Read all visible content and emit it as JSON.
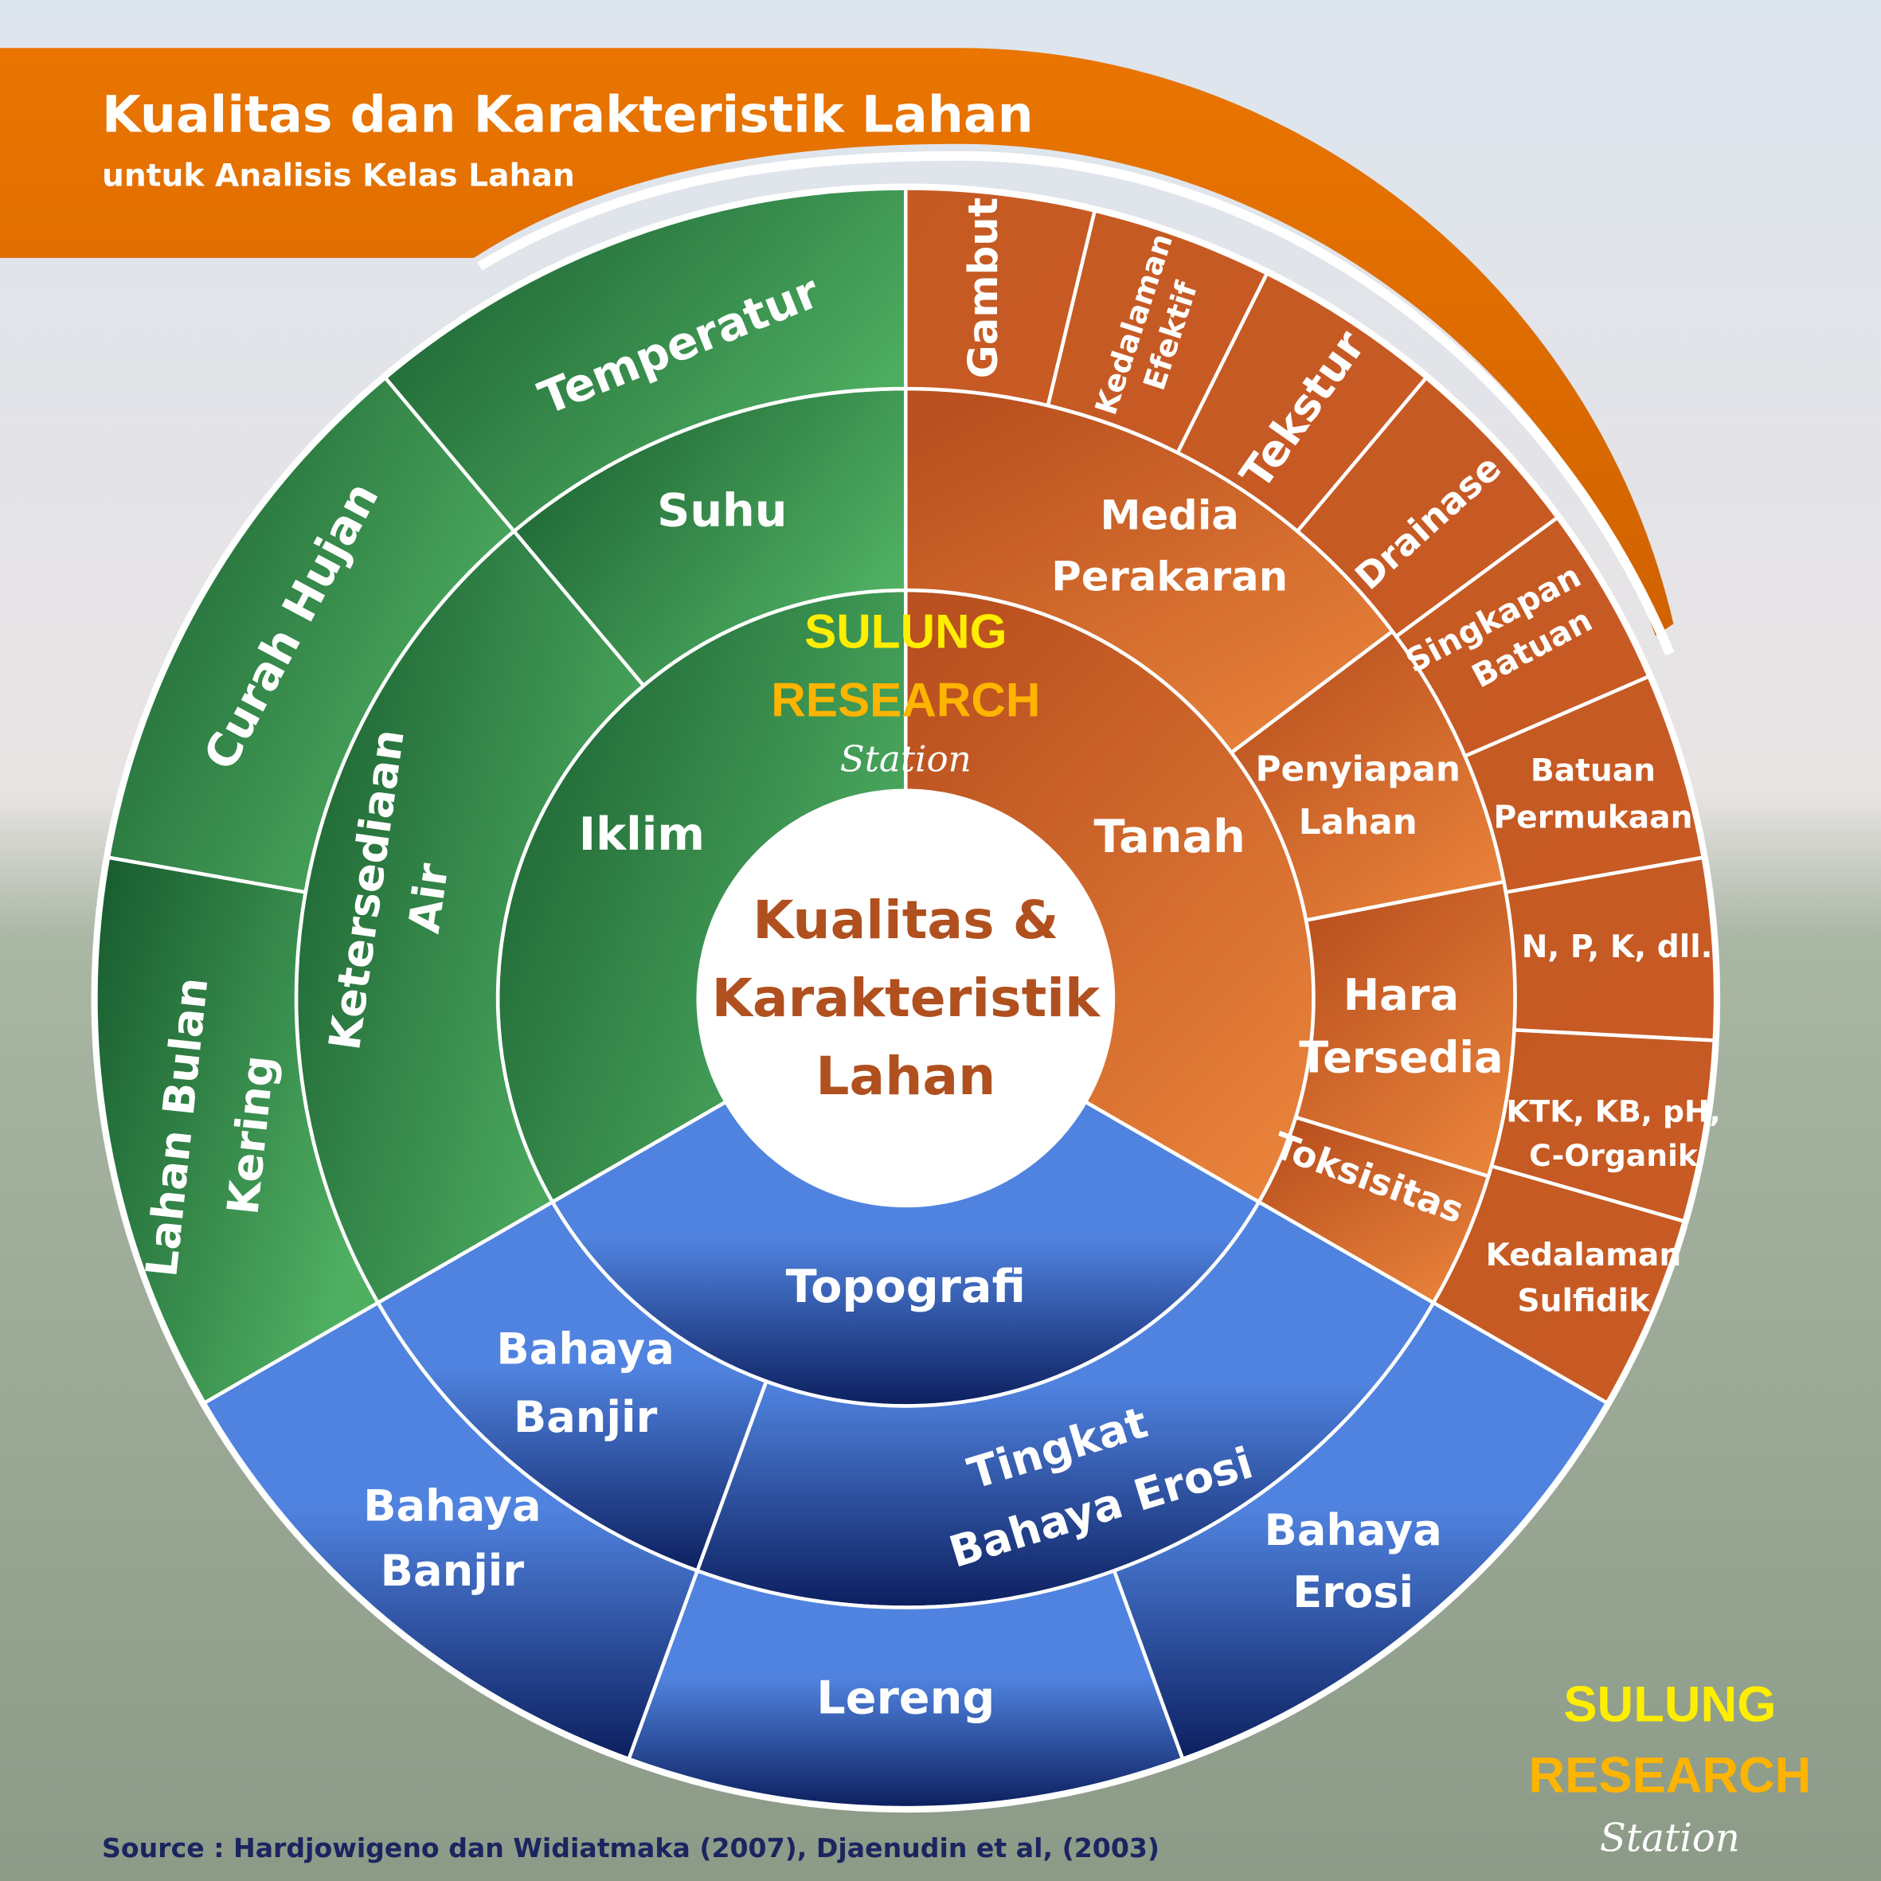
{
  "header": {
    "title": "Kualitas dan Karakteristik Lahan",
    "subtitle": "untuk Analisis Kelas Lahan"
  },
  "center": {
    "line1": "Kualitas &",
    "line2": "Karakteristik",
    "line3": "Lahan"
  },
  "ring1": {
    "iklim": "Iklim",
    "tanah": "Tanah",
    "topografi": "Topografi"
  },
  "ring2": {
    "suhu": "Suhu",
    "ketersediaan_air": [
      "Ketersediaan",
      "Air"
    ],
    "media_perakaran": [
      "Media",
      "Perakaran"
    ],
    "penyiapan_lahan": [
      "Penyiapan",
      "Lahan"
    ],
    "hara_tersedia": [
      "Hara",
      "Tersedia"
    ],
    "toksisitas": "Toksisitas",
    "tingkat_bahaya_erosi": [
      "Tingkat",
      "Bahaya Erosi"
    ],
    "bahaya_banjir": [
      "Bahaya",
      "Banjir"
    ]
  },
  "ring3": {
    "temperatur": "Temperatur",
    "curah_hujan": "Curah Hujan",
    "lahan_bulan_kering": [
      "Lahan Bulan",
      "Kering"
    ],
    "gambut": "Gambut",
    "kedalaman_efektif": [
      "Kedalaman",
      "Efektif"
    ],
    "tekstur": "Tekstur",
    "drainase": "Drainase",
    "singkapan_batuan": [
      "Singkapan",
      "Batuan"
    ],
    "batuan_permukaan": [
      "Batuan",
      "Permukaan"
    ],
    "npk": "N, P, K, dll.",
    "ktk": [
      "KTK, KB, pH,",
      "C-Organik"
    ],
    "kedalaman_sulfidik": [
      "Kedalaman",
      "Sulfidik"
    ],
    "bahaya_erosi": [
      "Bahaya",
      "Erosi"
    ],
    "lereng": "Lereng",
    "bahaya_banjir": [
      "Bahaya",
      "Banjir"
    ]
  },
  "logo": {
    "line1": "SULUNG",
    "line2": "RESEARCH",
    "line3": "Station"
  },
  "source": "Source : Hardjowigeno dan Widiatmaka (2007), Djaenudin et al, (2003)",
  "colors": {
    "banner": "#e06e00",
    "green": "#2f7a45",
    "orange": "#d0652a",
    "blue": "#2a4fa8",
    "center_text": "#b0501f"
  }
}
